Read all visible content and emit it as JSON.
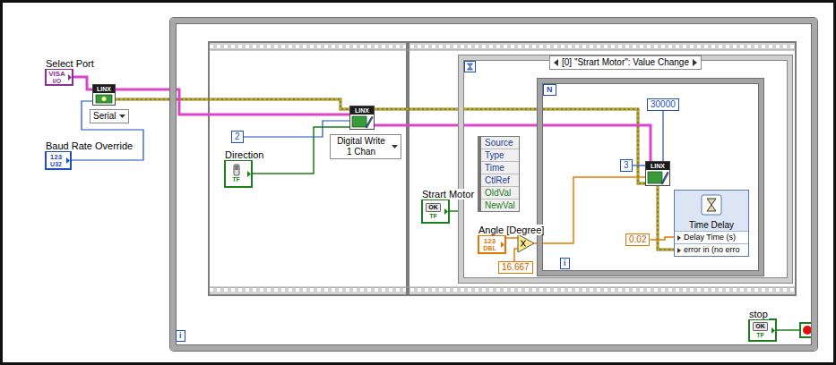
{
  "diagram": {
    "nodes": [
      {
        "text": [
          "Select Port",
          "VISA",
          "I/O"
        ]
      },
      {
        "text": [
          "LINX"
        ]
      },
      {
        "text": [
          "Serial"
        ]
      },
      {
        "text": [
          "Baud Rate Override",
          "123",
          "U32"
        ]
      },
      {
        "text": [
          "i"
        ]
      },
      {
        "text": [
          "2"
        ],
        "in": 4
      },
      {
        "text": [
          "Direction",
          "TF"
        ],
        "in": 4
      },
      {
        "text": [
          "LINX"
        ],
        "in": 4
      },
      {
        "text": [
          "Digital Write 1 Chan"
        ],
        "in": 4
      },
      {
        "text": [
          "Strart Motor",
          "OK",
          "TF"
        ],
        "in": 4
      },
      {
        "text": [
          "[0] \"Strart Motor\": Value Change"
        ],
        "in": 4
      },
      {
        "text": [
          "Source",
          "Type",
          "Time",
          "CtlRef",
          "OldVal",
          "NewVal"
        ],
        "in": 10
      },
      {
        "text": [
          "Angle [Degree]",
          "123",
          "DBL"
        ],
        "in": 10
      },
      {
        "text": [
          "16.667"
        ],
        "in": 10
      },
      {
        "text": [
          "N",
          "i"
        ],
        "in": 10
      },
      {
        "text": [
          "30000"
        ],
        "in": 14
      },
      {
        "text": [
          "3"
        ],
        "in": 14
      },
      {
        "text": [
          "LINX"
        ],
        "in": 14
      },
      {
        "text": [
          "Time Delay",
          "Delay Time (s)",
          "error in (no erro"
        ],
        "in": 14
      },
      {
        "text": [
          "0.02"
        ],
        "in": 14
      },
      {
        "text": [
          "stop",
          "OK",
          "TF"
        ],
        "in": 4
      }
    ],
    "edges": [
      {
        "from": 0,
        "to": 1,
        "arrow": "none"
      },
      {
        "from": 3,
        "to": 1,
        "arrow": "none"
      },
      {
        "from": 1,
        "to": 7,
        "arrow": "none"
      },
      {
        "from": 5,
        "to": 7,
        "arrow": "none"
      },
      {
        "from": 6,
        "to": 7,
        "arrow": "none"
      },
      {
        "from": 7,
        "to": 17,
        "arrow": "none"
      },
      {
        "from": 15,
        "to": 17,
        "arrow": "none"
      },
      {
        "from": 16,
        "to": 17,
        "arrow": "none"
      },
      {
        "from": 19,
        "to": 18,
        "arrow": "none"
      },
      {
        "from": 9,
        "to": 10,
        "arrow": "none"
      }
    ]
  }
}
